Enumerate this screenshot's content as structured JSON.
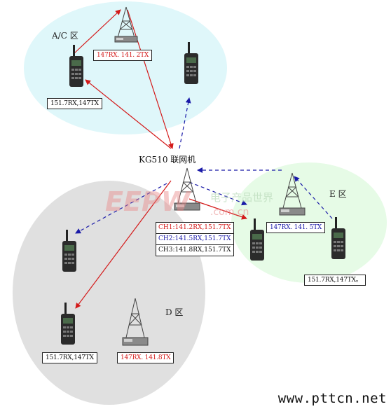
{
  "zones": {
    "ac_label": "A/C 区",
    "d_label": "D 区",
    "e_label": "E 区"
  },
  "center": {
    "label": "KG510 联网机"
  },
  "ac": {
    "repeater_label": "147RX. 141. 2TX",
    "radio_label": "151.7RX,147TX"
  },
  "d": {
    "repeater_label": "147RX.  141.8TX",
    "radio_label": "151.7RX,147TX"
  },
  "e": {
    "repeater_label": "147RX. 141. 5TX",
    "radio_label": "151.7RX,147TX。"
  },
  "channels": [
    {
      "text": "CH1:141.2RX,151.7TX",
      "color": "#d41a1a"
    },
    {
      "text": "CH2:141.5RX,151.7TX",
      "color": "#1a1aa8"
    },
    {
      "text": "CH3:141.8RX,151.7TX",
      "color": "#111111"
    }
  ],
  "colors": {
    "uplink": "#d41a1a",
    "downlink": "#1a1aa8"
  },
  "watermark": {
    "logo": "EEPW",
    "logo_cn": "电子产品世界",
    "logo_domain": ".com.cn",
    "site": "www.pttcn.net"
  }
}
